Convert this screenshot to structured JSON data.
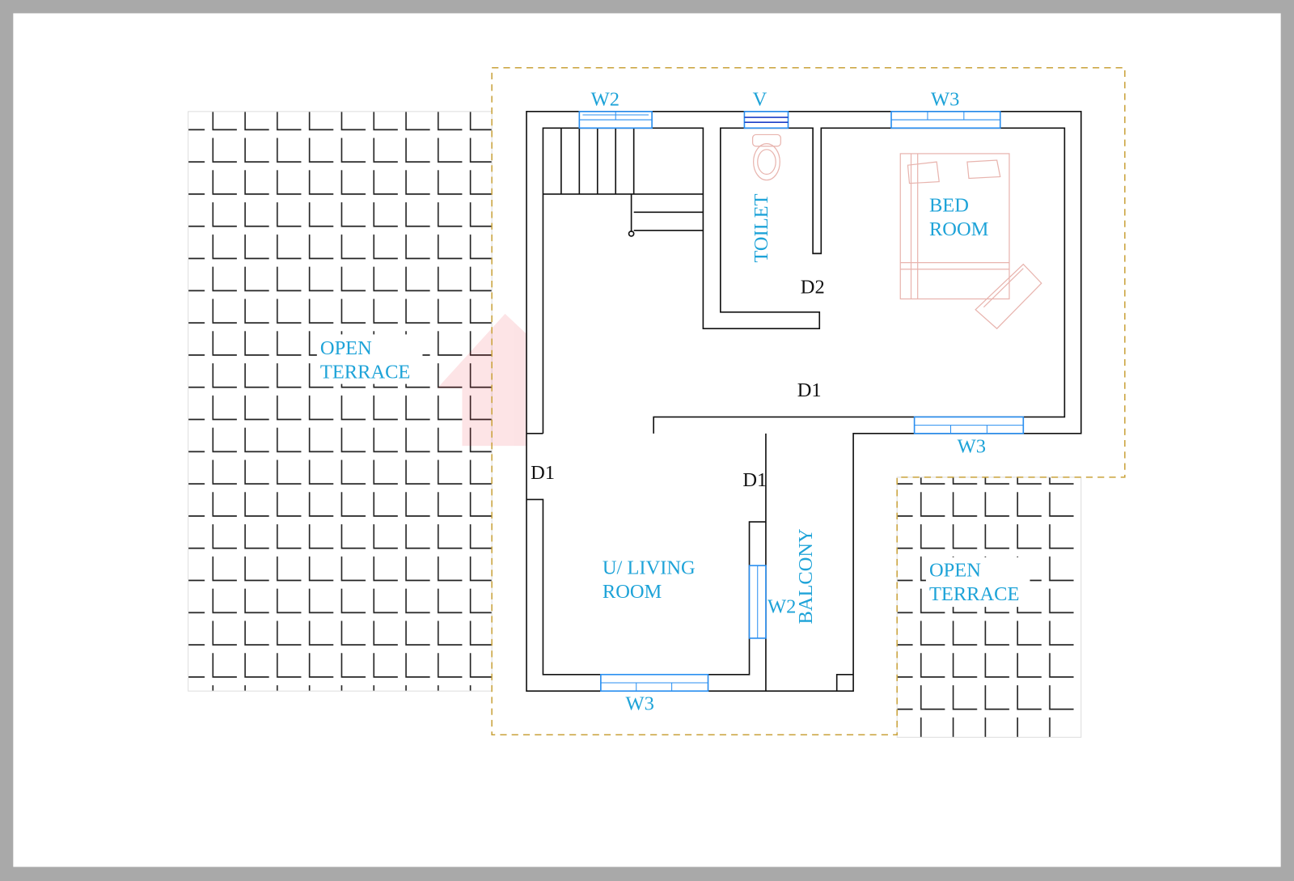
{
  "plan": {
    "rooms": {
      "bedroom": [
        "BED",
        "ROOM"
      ],
      "toilet": "TOILET",
      "living": [
        "U/ LIVING",
        "ROOM"
      ],
      "balcony": "BALCONY",
      "terrace_left": [
        "OPEN",
        "TERRACE"
      ],
      "terrace_right": [
        "OPEN",
        "TERRACE"
      ]
    },
    "windows": {
      "top_left": "W2",
      "ventilator": "V",
      "top_right": "W3",
      "bedroom_bottom": "W3",
      "living_bottom": "W3",
      "living_side": "W2"
    },
    "doors": {
      "toilet": "D2",
      "bedroom": "D1",
      "entry": "D1",
      "balcony": "D1"
    }
  },
  "colors": {
    "label": "#1ea3d8",
    "window": "#2a8ff0",
    "boundary": "#c9a23a",
    "wall": "#111111"
  }
}
